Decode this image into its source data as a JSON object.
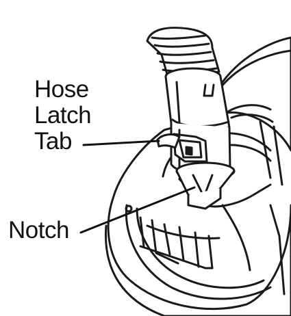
{
  "labels": {
    "hose_latch_tab": [
      "Hose",
      "Latch",
      "Tab"
    ],
    "notch": "Notch"
  },
  "colors": {
    "ink": "#111111",
    "outline": "#1a1a1a",
    "fill": "#ffffff",
    "shade": "#e8e8e8"
  }
}
